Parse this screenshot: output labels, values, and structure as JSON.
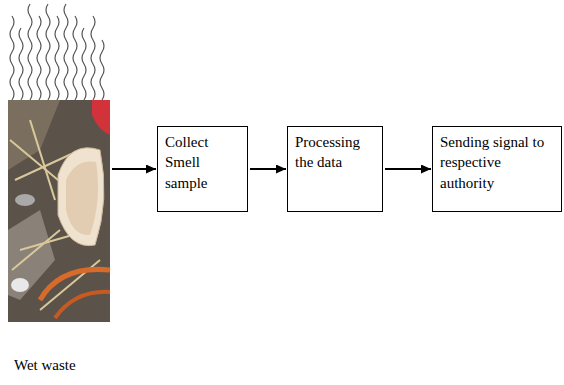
{
  "diagram": {
    "nodes": [
      {
        "text": [
          "Wet waste"
        ]
      },
      {
        "text": [
          "Collect Smell sample"
        ]
      },
      {
        "text": [
          "Processing the data"
        ]
      },
      {
        "text": [
          "Sending signal to respective authority"
        ]
      }
    ],
    "edges": [
      {
        "from": 0,
        "to": 1,
        "arrow": "to"
      },
      {
        "from": 1,
        "to": 2,
        "arrow": "to"
      },
      {
        "from": 2,
        "to": 3,
        "arrow": "to"
      }
    ]
  }
}
